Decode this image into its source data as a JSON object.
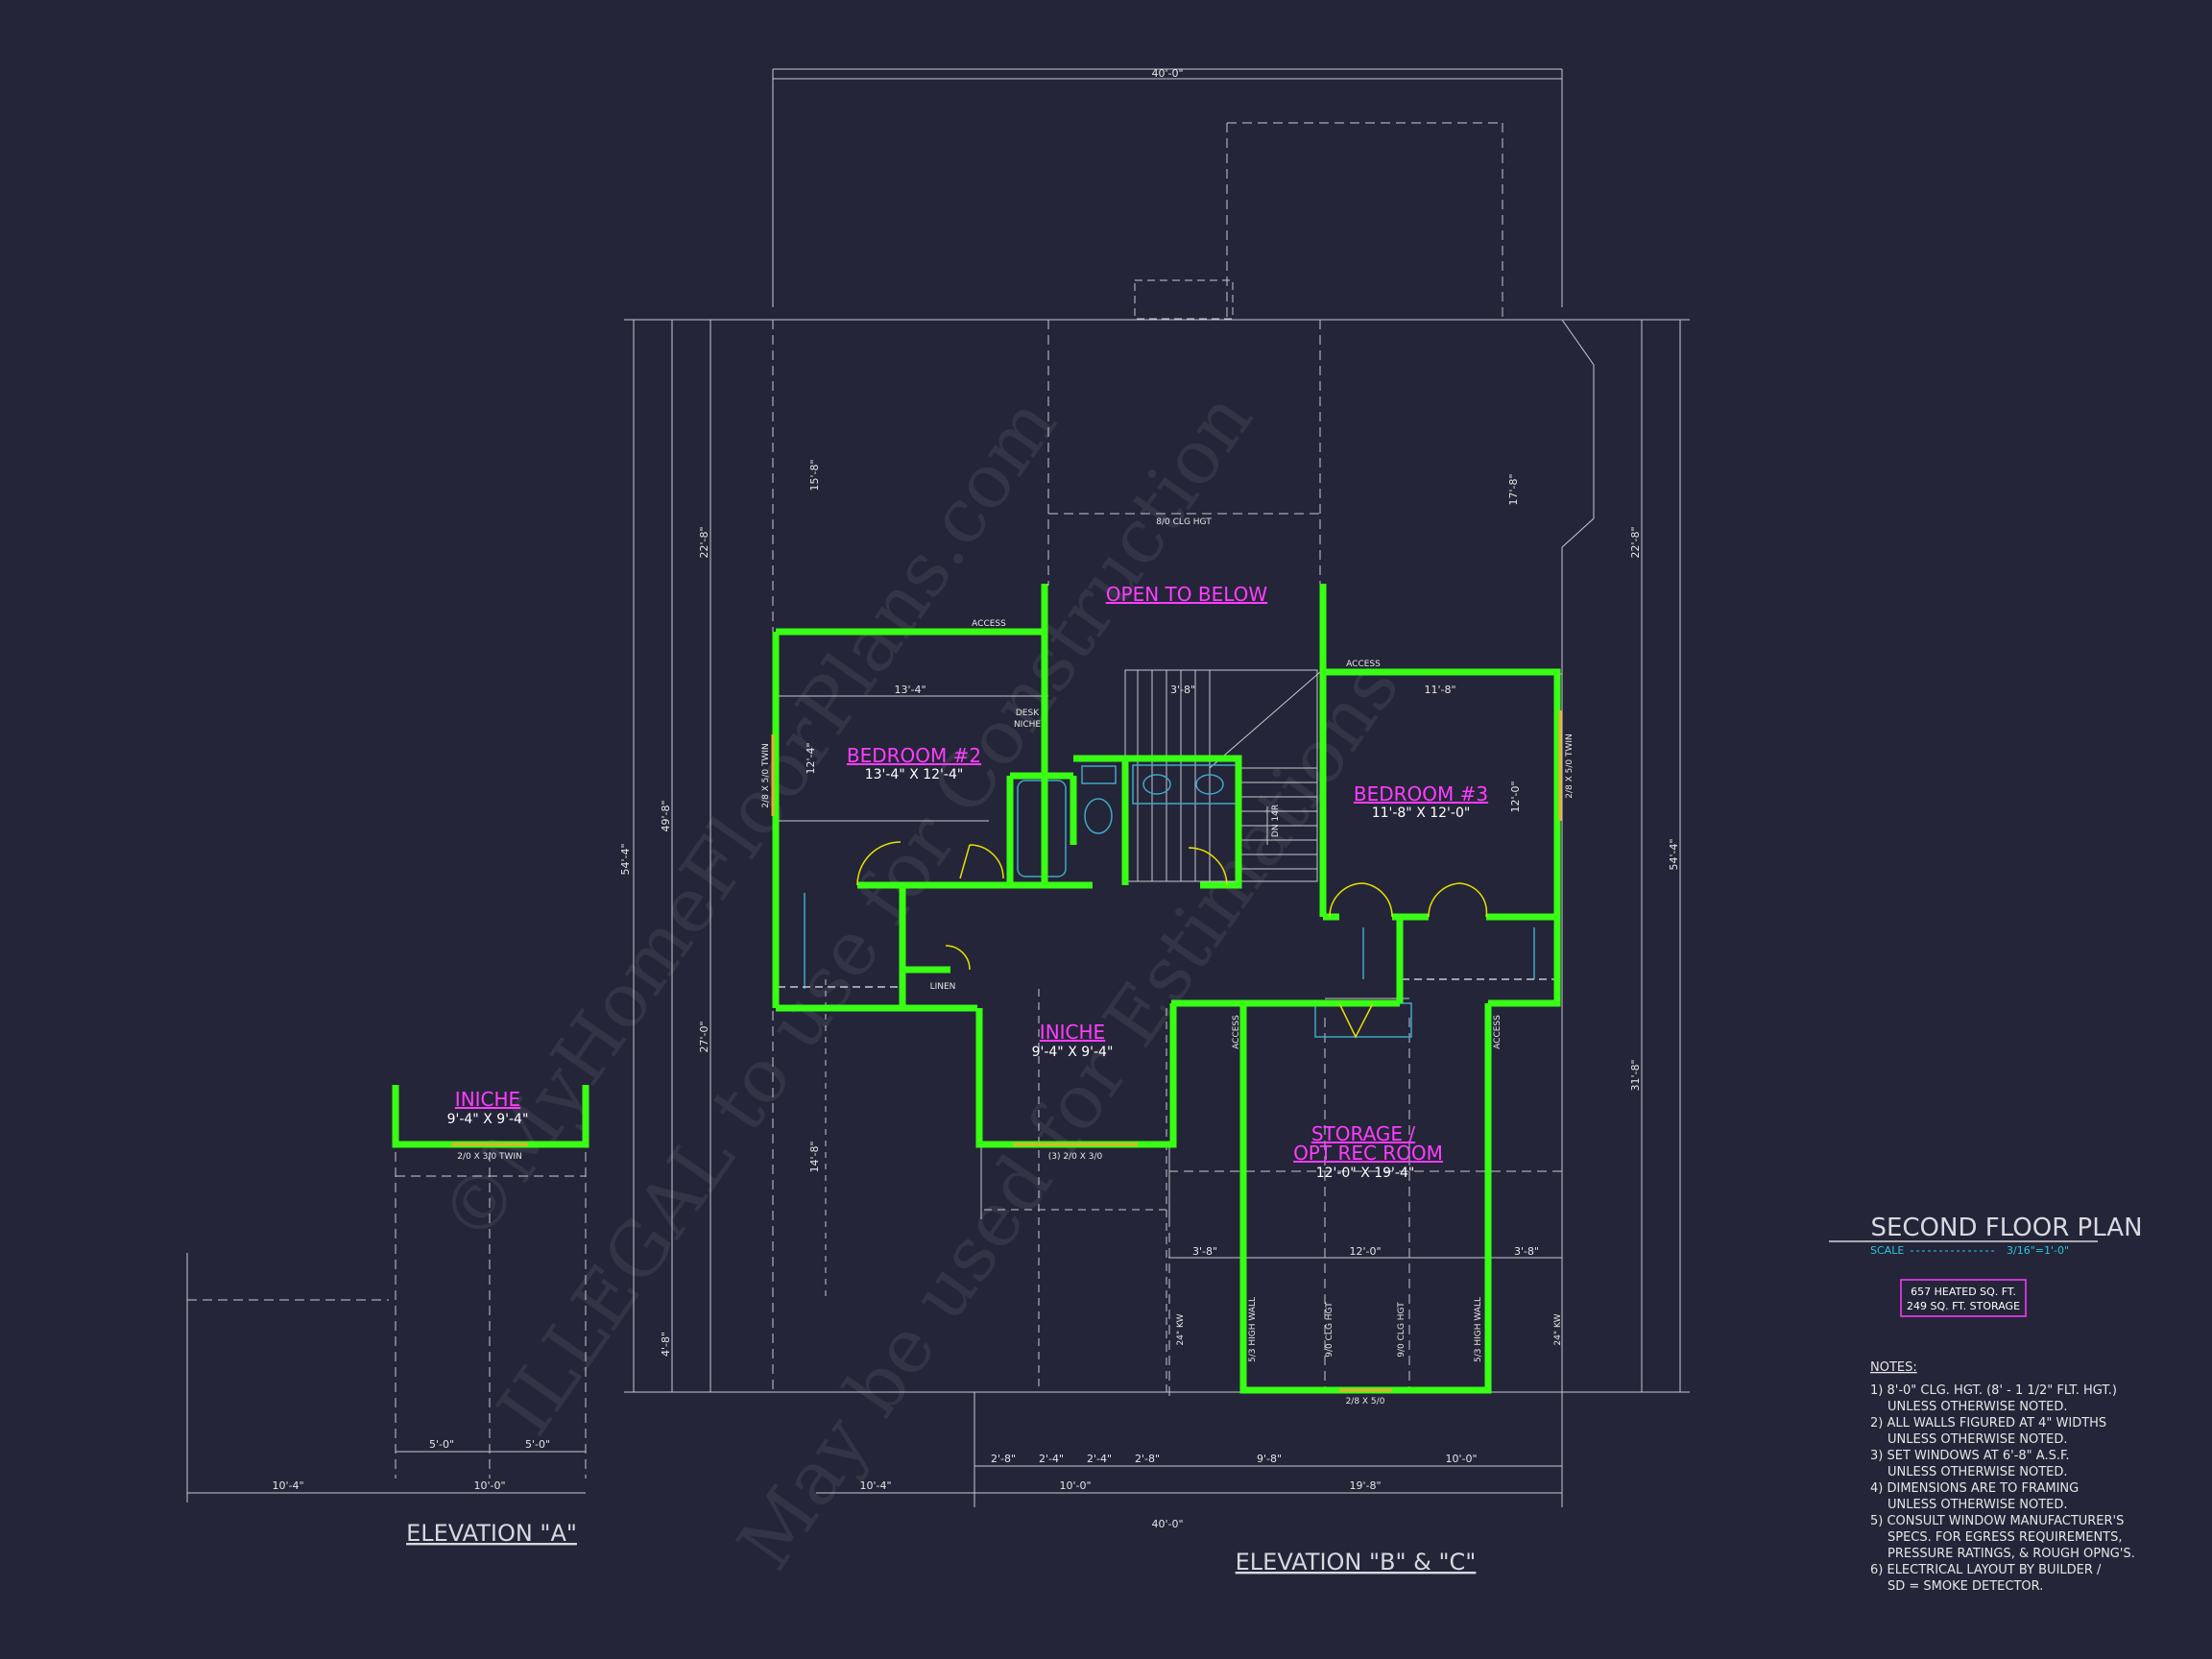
{
  "plan": {
    "title": "SECOND FLOOR PLAN",
    "scale_label": "SCALE",
    "scale_value": "3/16\"=1'-0\"",
    "area_heated": "657 HEATED SQ. FT.",
    "area_storage": "249 SQ. FT. STORAGE"
  },
  "rooms": {
    "bedroom2_name": "BEDROOM #2",
    "bedroom2_size": "13'-4\" X 12'-4\"",
    "bedroom3_name": "BEDROOM #3",
    "bedroom3_size": "11'-8\" X 12'-0\"",
    "niche_name": "INICHE",
    "niche_size": "9'-4\" X 9'-4\"",
    "storage_name_1": "STORAGE /",
    "storage_name_2": "OPT REC ROOM",
    "storage_size": "12'-0\" X 19'-4\"",
    "open_below": "OPEN TO BELOW",
    "elev_a_niche": "INICHE",
    "elev_a_niche_size": "9'-4\" X 9'-4\"",
    "linen": "LINEN",
    "desk_niche_1": "DESK",
    "desk_niche_2": "NICHE"
  },
  "labels": {
    "elev_a": "ELEVATION \"A\"",
    "elev_bc": "ELEVATION \"B\" & \"C\"",
    "access": "ACCESS",
    "clg_hgt": "8/0 CLG HGT",
    "dn": "DN 14R",
    "win_bed2": "2/8 X 5/0 TWIN",
    "win_bed3": "2/8 X 5/0 TWIN",
    "win_niche": "(3) 2/0 X 3/0",
    "win_storage": "2/8 X 5/0",
    "win_elev_a": "2/0 X 3/0 TWIN",
    "high_wall": "5/3 HIGH WALL",
    "clg_9": "9/0 CLG HGT",
    "knee": "24\" KW"
  },
  "dims": {
    "top": "40'-0\"",
    "bottom": "40'-0\"",
    "left_total": "54'-4\"",
    "right_total": "54'-4\"",
    "left_49": "49'-8\"",
    "left_22": "22'-8\"",
    "left_27": "27'-0\"",
    "left_4": "4'-8\"",
    "right_22": "22'-8\"",
    "right_31": "31'-8\"",
    "bed2_w": "13'-4\"",
    "bed2_h": "12'-4\"",
    "bed3_w": "11'-8\"",
    "bed3_h": "12'-0\"",
    "stair_w": "3'-8\"",
    "d_15": "15'-8\"",
    "d_17": "17'-8\"",
    "d_14": "14'-8\"",
    "row1": [
      "2'-8\"",
      "2'-4\"",
      "2'-4\"",
      "2'-8\"",
      "9'-8\"",
      "10'-0\""
    ],
    "row2": [
      "10'-4\"",
      "10'-0\"",
      "19'-8\""
    ],
    "elev_a_row1": [
      "5'-0\"",
      "5'-0\""
    ],
    "elev_a_row2": [
      "10'-4\"",
      "10'-0\""
    ],
    "storage_row": [
      "3'-8\"",
      "12'-0\"",
      "3'-8\""
    ]
  },
  "notes": {
    "header": "NOTES:",
    "lines": [
      "1) 8'-0\" CLG. HGT. (8' - 1 1/2\" FLT. HGT.)",
      "UNLESS OTHERWISE NOTED.",
      "2) ALL WALLS FIGURED AT 4\" WIDTHS",
      "UNLESS OTHERWISE NOTED.",
      "3) SET WINDOWS AT 6'-8\" A.S.F.",
      "UNLESS OTHERWISE NOTED.",
      "4) DIMENSIONS ARE TO FRAMING",
      "UNLESS OTHERWISE NOTED.",
      "5) CONSULT WINDOW MANUFACTURER'S",
      "SPECS. FOR EGRESS REQUIREMENTS,",
      "PRESSURE RATINGS, & ROUGH OPNG'S.",
      "6) ELECTRICAL LAYOUT BY BUILDER /",
      "SD = SMOKE DETECTOR."
    ]
  },
  "watermark": {
    "line1": "©MyHomeFloorPlans.com",
    "line2": "ILLEGAL to use for Construction",
    "line3": "May be used for Estimations"
  },
  "colors": {
    "background": "#242538",
    "wall": "#39ff14",
    "label": "#ff3dff",
    "line": "#c8c8d0"
  }
}
